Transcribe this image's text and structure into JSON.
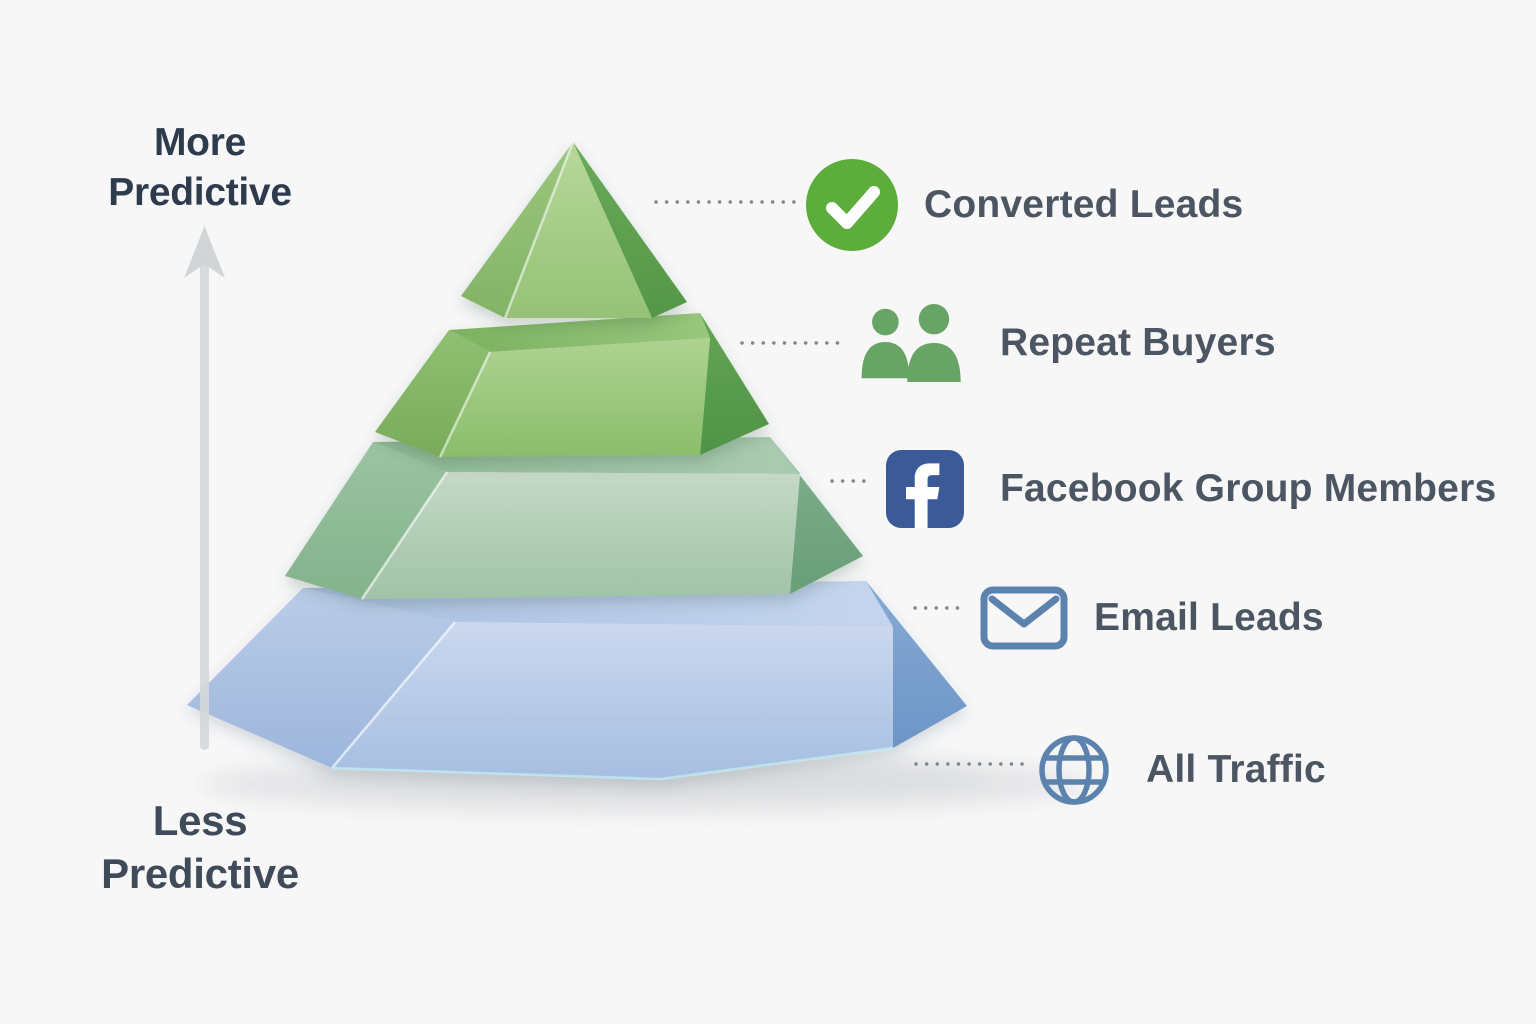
{
  "axis": {
    "more": [
      "More",
      "Predictive"
    ],
    "less": [
      "Less",
      "Predictive"
    ],
    "arrow_direction": "up"
  },
  "levels": [
    {
      "label": "Converted Leads",
      "icon": "check-circle-icon",
      "icon_color": "#5cad3c"
    },
    {
      "label": "Repeat Buyers",
      "icon": "people-icon",
      "icon_color": "#68a465"
    },
    {
      "label": "Facebook Group Members",
      "icon": "facebook-icon",
      "icon_color": "#3b5a97"
    },
    {
      "label": "Email Leads",
      "icon": "envelope-icon",
      "icon_color": "#5b83ae"
    },
    {
      "label": "All Traffic",
      "icon": "globe-icon",
      "icon_color": "#5b83ae"
    }
  ],
  "pyramid": {
    "rendered_tiers": [
      {
        "name": "top-cap",
        "color": "#9ec47f"
      },
      {
        "name": "second-tier",
        "color": "#97c377"
      },
      {
        "name": "third-tier",
        "color": "#b3cdb5"
      },
      {
        "name": "bottom-tier",
        "color": "#b6c9e7"
      }
    ]
  },
  "colors": {
    "background": "#f7f7f8",
    "text_primary": "#2d3b4d",
    "text_label": "#4c5562",
    "connector": "#7f858d",
    "arrow": "#d4d7d9"
  }
}
